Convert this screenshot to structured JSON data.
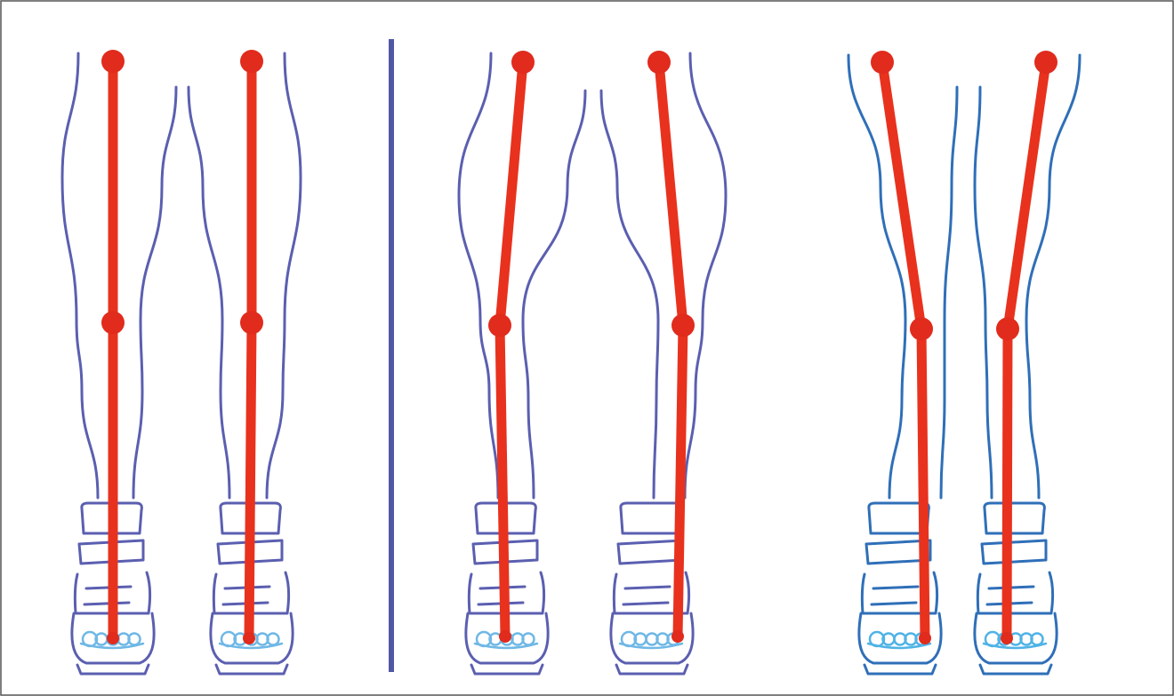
{
  "figure": {
    "panels": [
      {
        "id": "straight",
        "outline_color": "#5b5fb0",
        "toe_color": "#6fb8e6",
        "legs": [
          {
            "side": "left",
            "hip": "top",
            "knee": "aligned",
            "ankle": "aligned"
          },
          {
            "side": "right",
            "hip": "top",
            "knee": "aligned",
            "ankle": "aligned"
          }
        ]
      },
      {
        "id": "bowed",
        "outline_color": "#5b5fb0",
        "toe_color": "#6fb8e6",
        "legs": [
          {
            "side": "left",
            "knee_deviation": "outward"
          },
          {
            "side": "right",
            "knee_deviation": "outward"
          }
        ]
      },
      {
        "id": "knock-kneed",
        "outline_color": "#2f6fb8",
        "toe_color": "#4fb3e6",
        "legs": [
          {
            "side": "left",
            "knee_deviation": "inward"
          },
          {
            "side": "right",
            "knee_deviation": "inward"
          }
        ]
      }
    ],
    "colors": {
      "axis_line": "#e8321e",
      "joint_marker": "#e02b1d",
      "divider": "#5057a6",
      "border": "#555555"
    },
    "icons": [
      "leg-outline",
      "orthotic-brace",
      "toes-icon",
      "joint-marker",
      "alignment-axis"
    ]
  }
}
